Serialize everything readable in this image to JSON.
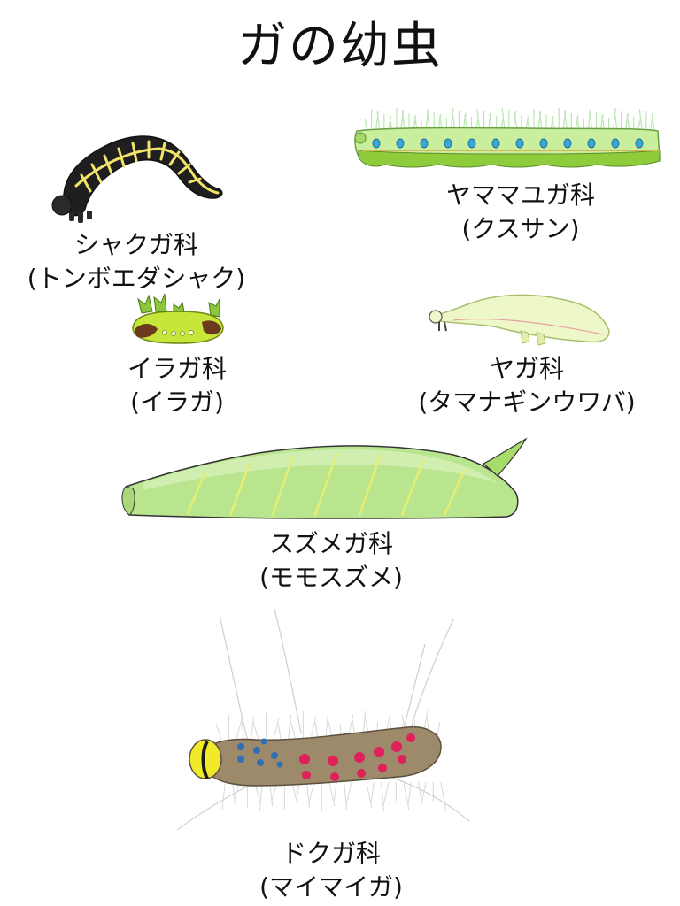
{
  "title": "ガの幼虫",
  "colors": {
    "geometrid_body": "#1f1f1f",
    "geometrid_stripe": "#f2e36a",
    "saturniid_body": "#c9ef9e",
    "saturniid_belly": "#8fcc3c",
    "saturniid_spot": "#3aa7d9",
    "limacodid_body": "#c6e63a",
    "limacodid_saddle": "#6b3a1e",
    "noctuid_body": "#eef7c8",
    "sphingid_body": "#b9e58f",
    "sphingid_stripe": "#e3ef72",
    "lymantriid_body": "#9c8a6a",
    "lymantriid_head": "#f0ea2a",
    "lymantriid_blue": "#2f6fb8",
    "lymantriid_red": "#e0205a"
  },
  "species": {
    "geometridae": {
      "family": "シャクガ科",
      "example": "(トンボエダシャク)"
    },
    "saturniidae": {
      "family": "ヤママユガ科",
      "example": "(クスサン)"
    },
    "limacodidae": {
      "family": "イラガ科",
      "example": "(イラガ)"
    },
    "noctuidae": {
      "family": "ヤガ科",
      "example": "(タマナギンウワバ)"
    },
    "sphingidae": {
      "family": "スズメガ科",
      "example": "(モモスズメ)"
    },
    "lymantriidae": {
      "family": "ドクガ科",
      "example": "(マイマイガ)"
    }
  }
}
